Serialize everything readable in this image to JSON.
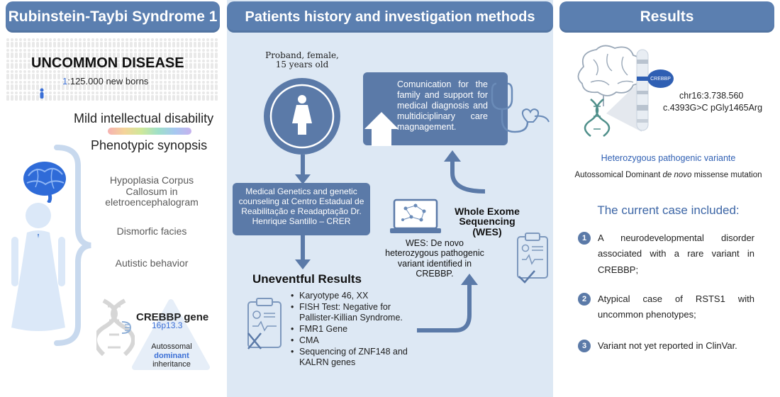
{
  "colors": {
    "header_bg": "#5b7fb0",
    "middle_panel_bg": "#dde8f4",
    "accent_dark": "#5b7aa8",
    "accent_blue": "#2f5fb3"
  },
  "left": {
    "header": "Rubinstein-Taybi Syndrome 1",
    "uncommon": "UNCOMMON DISEASE",
    "ratio_highlight": "1",
    "ratio_rest": ":125.000 new borns",
    "mild": "Mild intellectual disability",
    "phenotypic": "Phenotypic synopsis",
    "symptoms": [
      "Hypoplasia Corpus Callosum in eletroencephalogram",
      "Dismorfic facies",
      "Autistic behavior"
    ],
    "gene_title": "CREBBP gene",
    "gene_locus": "16p13.3",
    "inheritance_1": "Autossomal",
    "inheritance_2": "dominant",
    "inheritance_3": "inheritance"
  },
  "middle": {
    "header": "Patients history and investigation methods",
    "proband_1": "Proband, female,",
    "proband_2": "15 years old",
    "communication": "Comunication for the family and support for medical diagnosis and multidiciplinary care magnagement.",
    "genetics": "Medical Genetics and genetic counseling at Centro Estadual de Reabilitação e Readaptação Dr. Henrique Santillo – CRER",
    "wes_title": "Whole Exome Sequencing (WES)",
    "wes_result": "WES: De novo heterozygous pathogenic variant identified in CREBBP.",
    "uneventful": "Uneventful Results",
    "tests": [
      "Karyotype 46, XX",
      "FISH Test: Negative for Pallister-Killian Syndrome.",
      "FMR1 Gene",
      "CMA",
      "Sequencing of ZNF148 and KALRN genes"
    ]
  },
  "right": {
    "header": "Results",
    "badge": "CREBBP",
    "coord_1": "chr16:3.738.560",
    "coord_2": "c.4393G>C pGly1465Arg",
    "variant_title": "Heterozygous pathogenic variante",
    "variant_desc_1": "Autossomical Dominant ",
    "variant_desc_em": "de novo",
    "variant_desc_2": " missense mutation",
    "current_case": "The current case included:",
    "items": [
      {
        "n": "1",
        "text": "A neurodevelopmental disorder associated with a rare variant in CREBBP;"
      },
      {
        "n": "2",
        "text": "Atypical case of RSTS1 with uncommon phenotypes;"
      },
      {
        "n": "3",
        "text": "Variant not yet reported in ClinVar."
      }
    ]
  }
}
